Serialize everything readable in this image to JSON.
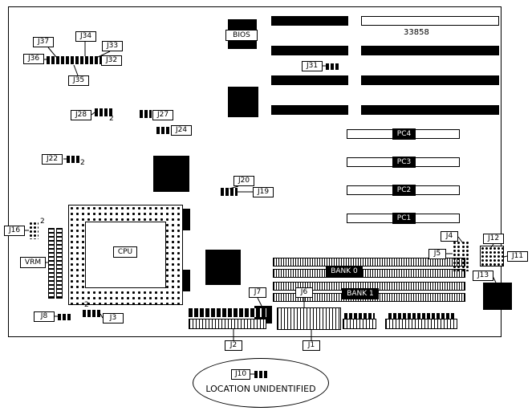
{
  "labels": {
    "j1": "J1",
    "j2": "J2",
    "j3": "J3",
    "j4": "J4",
    "j5": "J5",
    "j6": "J6",
    "j7": "J7",
    "j8": "J8",
    "j10": "J10",
    "j11": "J11",
    "j12": "J12",
    "j13": "J13",
    "j16": "J16",
    "j19": "J19",
    "j20": "J20",
    "j22": "J22",
    "j24": "J24",
    "j27": "J27",
    "j28": "J28",
    "j31": "J31",
    "j32": "J32",
    "j33": "J33",
    "j34": "J34",
    "j35": "J35",
    "j36": "J36",
    "j37": "J37",
    "cpu": "CPU",
    "bios": "BIOS",
    "vrm": "VRM",
    "bank0": "BANK 0",
    "bank1": "BANK 1",
    "pc1": "PC1",
    "pc2": "PC2",
    "pc3": "PC3",
    "pc4": "PC4"
  },
  "annotations": {
    "part_number": "33858",
    "note": "LOCATION UNIDENTIFIED",
    "pin2": "2"
  }
}
